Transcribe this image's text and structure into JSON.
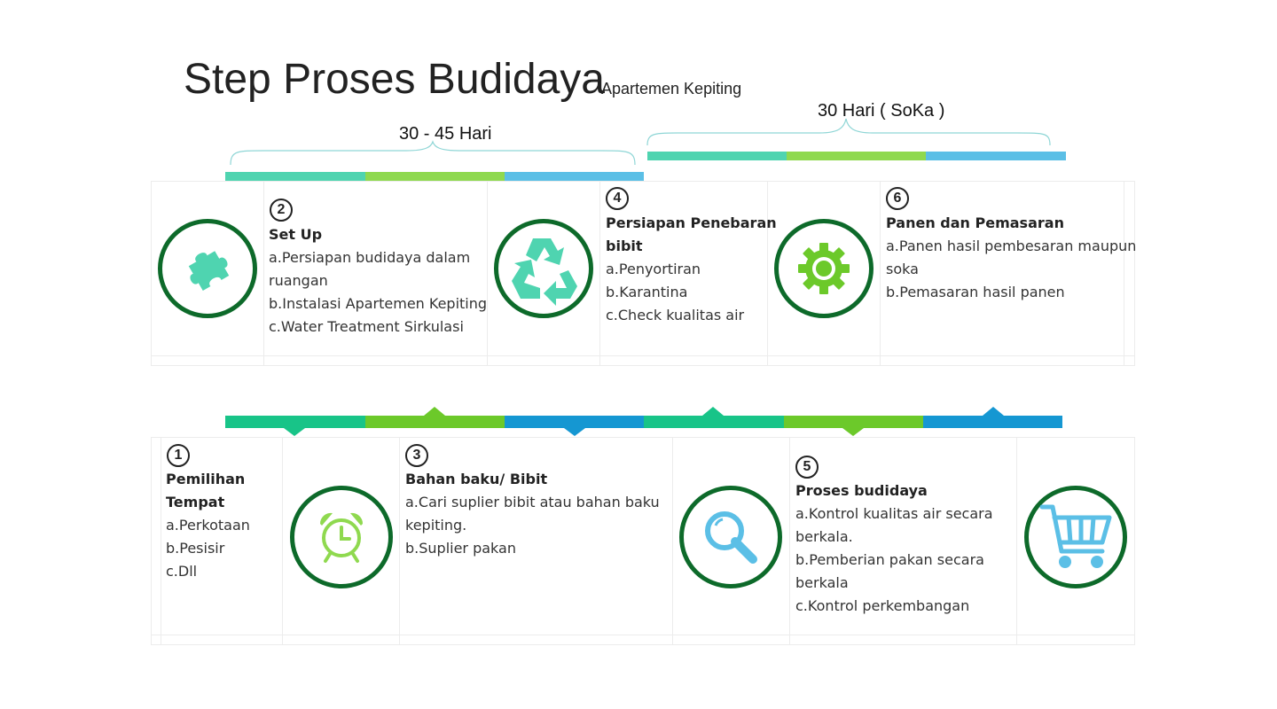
{
  "header": {
    "title": "Step Proses Budidaya",
    "subtitle": "Apartemen Kepiting"
  },
  "durations": {
    "first": "30 - 45 Hari",
    "second": "30 Hari  ( SoKa )"
  },
  "colors": {
    "teal": "#4fd4b0",
    "lime": "#8fd94f",
    "sky": "#5bbfe6",
    "green": "#18c488",
    "grass": "#6cc92a",
    "blue": "#1597d2",
    "ring": "#0d6a2a",
    "orange_arrows": "#4fd4b0"
  },
  "steps": [
    {
      "number": "1",
      "title_line1": "Pemilihan",
      "title_line2": "Tempat",
      "items": [
        "a.Perkotaan",
        "b.Pesisir",
        "c.Dll"
      ],
      "icon": "alarm-clock-icon"
    },
    {
      "number": "2",
      "title": "Set Up",
      "items": [
        "a.Persiapan budidaya dalam",
        "ruangan",
        "b.Instalasi Apartemen Kepiting",
        "c.Water Treatment Sirkulasi"
      ],
      "icon": "puzzle-icon"
    },
    {
      "number": "3",
      "title": "Bahan baku/ Bibit",
      "items": [
        "a.Cari suplier bibit atau bahan baku",
        "kepiting.",
        "b.Suplier pakan"
      ],
      "icon": "magnifier-icon"
    },
    {
      "number": "4",
      "title_line1": "Persiapan Penebaran",
      "title_line2": "bibit",
      "items": [
        "a.Penyortiran",
        "b.Karantina",
        "c.Check kualitas air"
      ],
      "icon": "recycle-icon"
    },
    {
      "number": "5",
      "title": "Proses budidaya",
      "items": [
        "a.Kontrol kualitas air secara",
        "berkala.",
        "b.Pemberian pakan secara",
        "berkala",
        "c.Kontrol  perkembangan"
      ],
      "icon": "magnifier-icon"
    },
    {
      "number": "6",
      "title": "Panen dan Pemasaran",
      "items": [
        "a.Panen hasil pembesaran maupun",
        "soka",
        "b.Pemasaran hasil panen"
      ],
      "icon": "gear-icon"
    }
  ]
}
